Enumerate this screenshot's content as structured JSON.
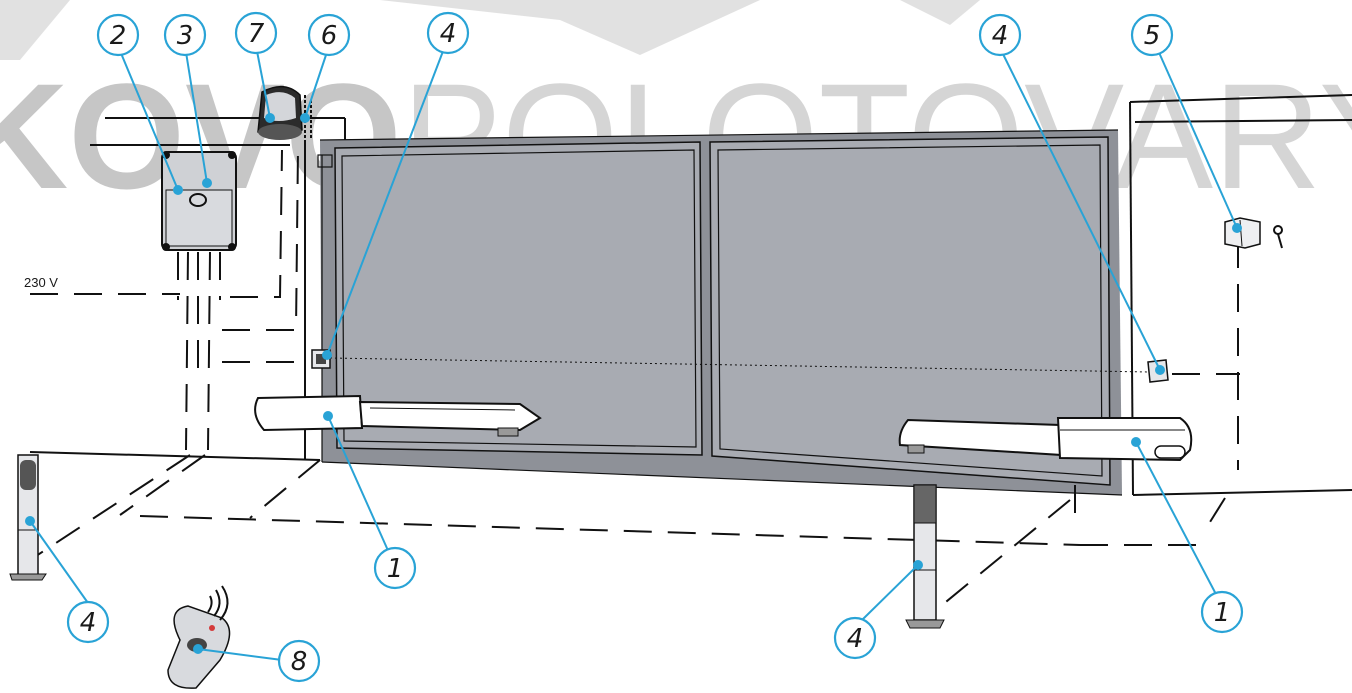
{
  "watermark": {
    "text_bold": "KOVO",
    "text_light": "POLOTOVARY.c"
  },
  "voltage_label": "230 V",
  "colors": {
    "callout": "#29a3d6",
    "gate_panel": "#a8abb2",
    "frame": "#8e9198"
  },
  "callouts": [
    {
      "number": "1",
      "component_icon": "gate-operator-left"
    },
    {
      "number": "1",
      "component_icon": "gate-operator-right"
    },
    {
      "number": "2",
      "component_icon": "control-box"
    },
    {
      "number": "3",
      "component_icon": "control-board"
    },
    {
      "number": "4",
      "component_icon": "photocell-left-wall"
    },
    {
      "number": "4",
      "component_icon": "photocell-right-wall"
    },
    {
      "number": "4",
      "component_icon": "photocell-column-left"
    },
    {
      "number": "4",
      "component_icon": "photocell-column-center"
    },
    {
      "number": "5",
      "component_icon": "key-selector"
    },
    {
      "number": "6",
      "component_icon": "antenna"
    },
    {
      "number": "7",
      "component_icon": "flashing-light"
    },
    {
      "number": "8",
      "component_icon": "remote-control"
    }
  ]
}
